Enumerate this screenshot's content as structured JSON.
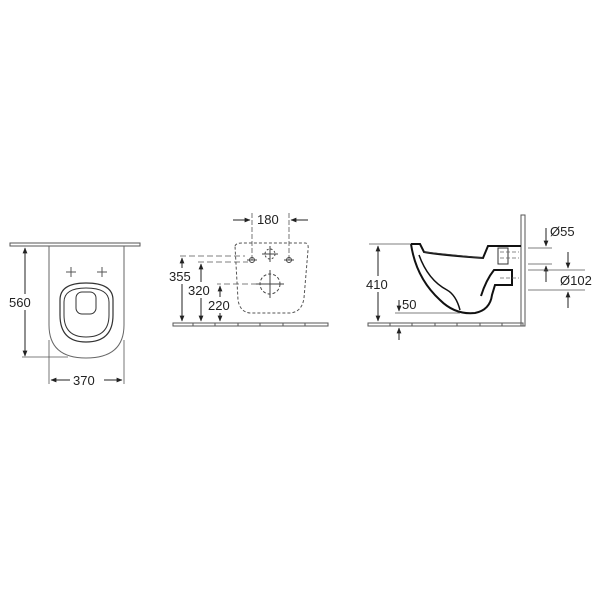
{
  "diagram": {
    "title": "Wall-hung toilet technical drawing",
    "colors": {
      "line": "#555555",
      "bold": "#111111",
      "text": "#222222",
      "background": "#ffffff"
    },
    "views": {
      "front": {
        "label": "front-view",
        "dimensions": {
          "height": "560",
          "width": "370"
        }
      },
      "rear": {
        "label": "rear-view-mounting",
        "dimensions": {
          "bolt_spacing": "180",
          "height_upper_bolt": "355",
          "height_mid": "320",
          "height_outlet": "220"
        }
      },
      "side": {
        "label": "side-view",
        "dimensions": {
          "rim_height": "410",
          "floor_clearance": "50",
          "inlet_diameter": "Ø55",
          "outlet_diameter": "Ø102"
        }
      }
    }
  }
}
